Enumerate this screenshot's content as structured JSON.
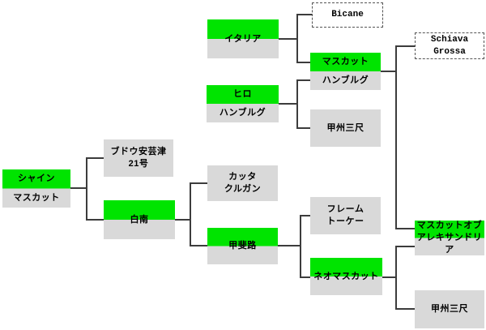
{
  "diagram": {
    "type": "pedigree-tree",
    "colors": {
      "highlight_green": "#00e400",
      "plain_gray": "#d9d9d9",
      "line": "#3c3c3c",
      "dashed_border": "#555555"
    },
    "nodes": {
      "shine_muscat": {
        "line1": "シャイン",
        "line2": "マスカット"
      },
      "budou_akitsu_21": {
        "line1": "ブドウ安芸津",
        "line2": "21号"
      },
      "hakunan": {
        "line1": "白南"
      },
      "italia": {
        "line1": "イタリア"
      },
      "hiro_hamburg": {
        "line1": "ヒロ",
        "line2": "ハンブルグ"
      },
      "katta_kurgan": {
        "line1": "カッタ",
        "line2": "クルガン"
      },
      "kaiji": {
        "line1": "甲斐路"
      },
      "bicane": {
        "line1": "Bicane"
      },
      "muscat_hamburg": {
        "line1": "マスカット",
        "line2": "ハンブルグ"
      },
      "koshu_sanjaku_upper": {
        "line1": "甲州三尺"
      },
      "flame_tokay": {
        "line1": "フレーム",
        "line2": "トーケー"
      },
      "neo_muscat": {
        "line1": "ネオマスカット"
      },
      "schiava_grossa": {
        "line1": "Schiava",
        "line2": "Grossa"
      },
      "muscat_of_alexandria": {
        "line1": "マスカットオブ",
        "line2": "アレキサンドリア"
      },
      "koshu_sanjaku_lower": {
        "line1": "甲州三尺"
      }
    }
  }
}
